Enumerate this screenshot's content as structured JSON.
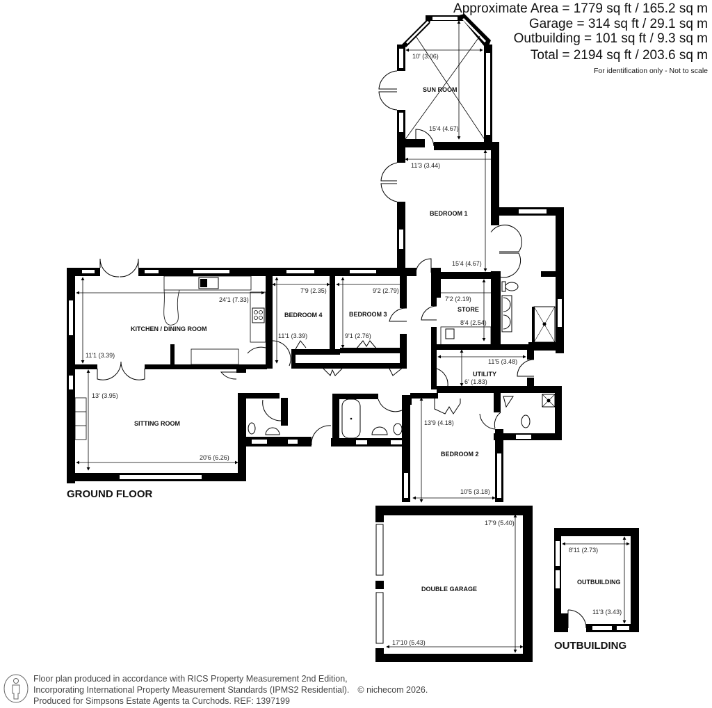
{
  "areas": {
    "approximate": "Approximate Area = 1779 sq ft / 165.2 sq m",
    "garage": "Garage = 314 sq ft / 29.1 sq m",
    "outbuilding": "Outbuilding = 101 sq ft / 9.3 sq m",
    "total": "Total = 2194 sq ft / 203.6 sq m",
    "note": "For identification only - Not to scale"
  },
  "floors": {
    "ground": "GROUND FLOOR",
    "outbuilding": "OUTBUILDING"
  },
  "rooms": {
    "sun_room": {
      "label": "SUN ROOM",
      "dims": [
        "10' (3.06)",
        "15'4 (4.67)"
      ]
    },
    "bedroom1": {
      "label": "BEDROOM 1",
      "dims": [
        "11'3 (3.44)",
        "15'4 (4.67)"
      ]
    },
    "kitchen": {
      "label": "KITCHEN / DINING ROOM",
      "dims": [
        "24'1 (7.33)",
        "11'1 (3.39)"
      ]
    },
    "bedroom4": {
      "label": "BEDROOM 4",
      "dims": [
        "7'9 (2.35)",
        "11'1 (3.39)"
      ]
    },
    "bedroom3": {
      "label": "BEDROOM 3",
      "dims": [
        "9'2 (2.79)",
        "9'1 (2.76)"
      ]
    },
    "store": {
      "label": "STORE",
      "dims": [
        "7'2 (2.19)",
        "8'4 (2.54)"
      ]
    },
    "utility": {
      "label": "UTILITY",
      "dims": [
        "11'5 (3.48)",
        "6' (1.83)"
      ]
    },
    "sitting": {
      "label": "SITTING ROOM",
      "dims": [
        "13' (3.95)",
        "20'6 (6.26)"
      ]
    },
    "bedroom2": {
      "label": "BEDROOM 2",
      "dims": [
        "13'9 (4.18)",
        "10'5 (3.18)"
      ]
    },
    "garage": {
      "label": "DOUBLE GARAGE",
      "dims": [
        "17'9 (5.40)",
        "17'10 (5.43)"
      ]
    },
    "outbuilding": {
      "label": "OUTBUILDING",
      "dims": [
        "8'11 (2.73)",
        "11'3 (3.43)"
      ]
    }
  },
  "footer": {
    "line1": "Floor plan produced in accordance with RICS Property Measurement 2nd Edition,",
    "line2": "Incorporating International Property Measurement Standards (IPMS2 Residential).",
    "copyright": "© nichecom 2026.",
    "line3": "Produced for Simpsons Estate Agents ta Curchods.   REF: 1397199",
    "icon": "person-info-icon"
  },
  "colors": {
    "wall": "#000000",
    "background": "#ffffff",
    "text": "#111111",
    "footer_text": "#444444"
  }
}
